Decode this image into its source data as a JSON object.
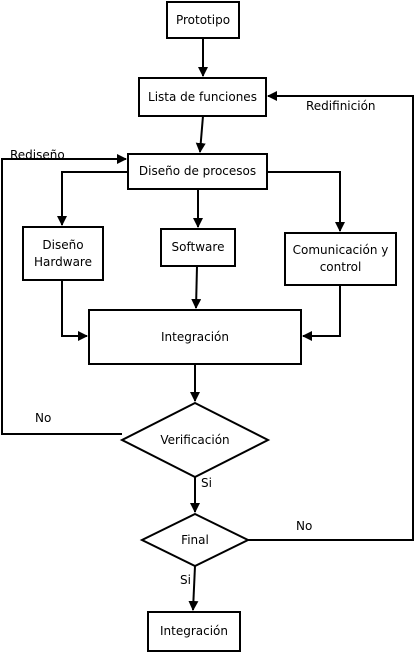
{
  "nodes": {
    "prototipo": "Prototipo",
    "lista_funciones": "Lista de funciones",
    "diseno_procesos": "Diseño de procesos",
    "diseno_hardware": "Diseño Hardware",
    "software": "Software",
    "comunicacion_control": "Comunicación y control",
    "integracion": "Integración",
    "verificacion": "Verificación",
    "final": "Final",
    "integracion_final": "Integración"
  },
  "edges": {
    "redifinicion": "Redifinición",
    "rediseno": "Rediseño",
    "no_verificacion": "No",
    "si_verificacion": "Si",
    "no_final": "No",
    "si_final": "Si"
  }
}
